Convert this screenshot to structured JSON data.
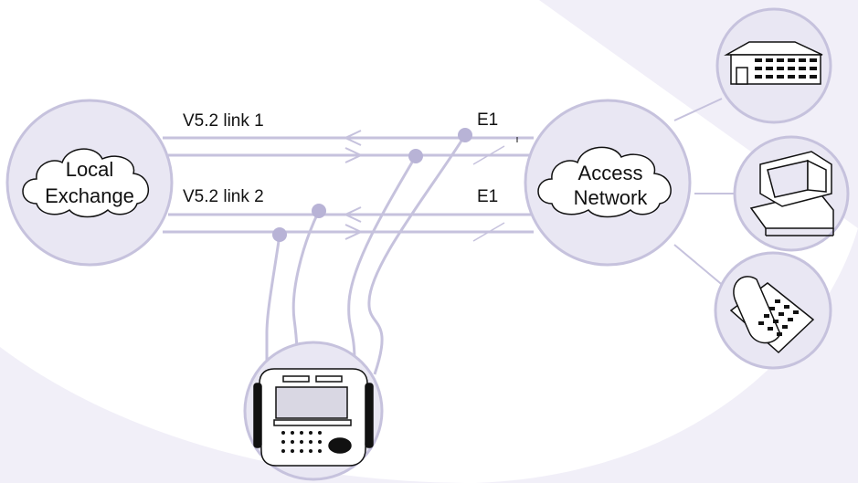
{
  "colors": {
    "background_blob": "#f1eff8",
    "node_fill": "#e9e7f3",
    "line": "#c6c2dd",
    "dot": "#b8b3d6",
    "ink": "#111111"
  },
  "nodes": {
    "local_exchange": {
      "line1": "Local",
      "line2": "Exchange",
      "icon": "cloud-icon"
    },
    "access_network": {
      "line1": "Access",
      "line2": "Network",
      "icon": "cloud-icon"
    }
  },
  "links": [
    {
      "label": "V5.2 link 1",
      "type": "E1"
    },
    {
      "label": "V5.2 link 2",
      "type": "E1"
    }
  ],
  "endpoints": [
    {
      "icon": "building-icon"
    },
    {
      "icon": "computer-icon"
    },
    {
      "icon": "telephone-icon"
    }
  ],
  "test_device": {
    "icon": "protocol-analyzer-icon"
  }
}
